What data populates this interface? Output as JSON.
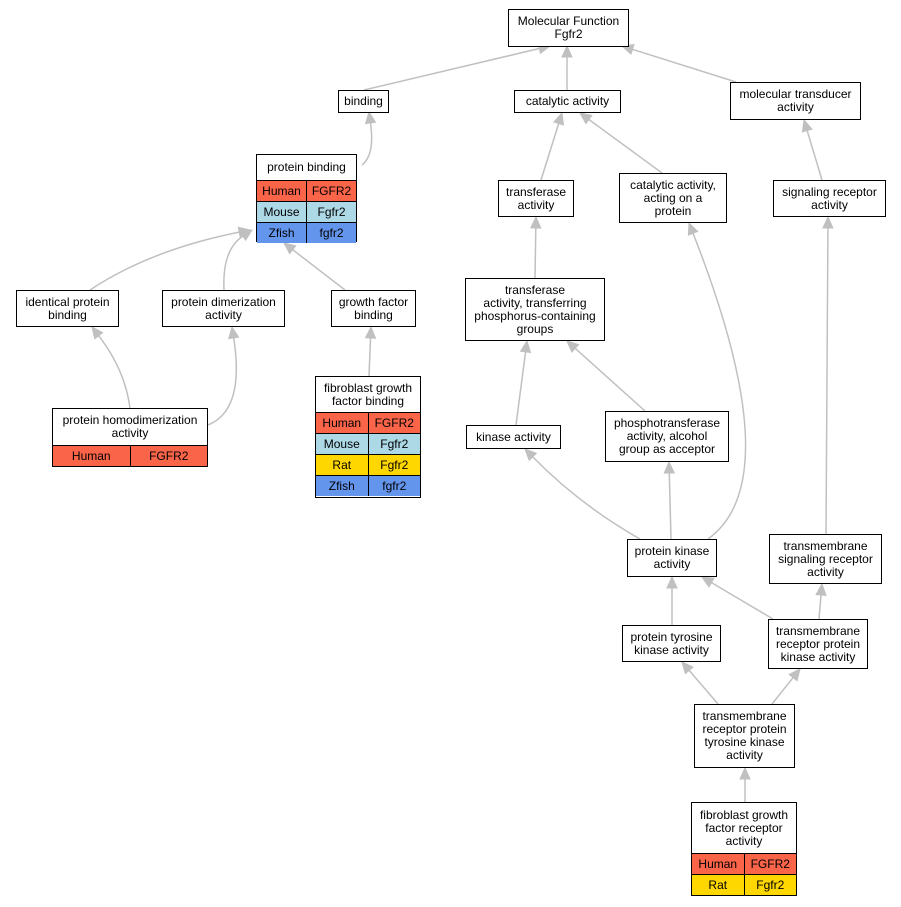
{
  "colors": {
    "edge": "#c0c0c0",
    "Human": "#fa6449",
    "Mouse": "#add8e6",
    "Rat": "#ffd700",
    "Zfish": "#6495ed"
  },
  "nodes": {
    "root": "Molecular Function\nFgfr2",
    "binding": "binding",
    "catalytic": "catalytic activity",
    "mol_transducer": "molecular transducer\nactivity",
    "protein_binding": "protein binding",
    "transferase": "transferase\nactivity",
    "cat_protein": "catalytic activity,\nacting on a\nprotein",
    "signaling_receptor": "signaling receptor\nactivity",
    "identical_binding": "identical protein\nbinding",
    "dimerization": "protein dimerization\nactivity",
    "gf_binding": "growth factor\nbinding",
    "transferase_phos": "transferase\nactivity, transferring\nphosphorus-containing\ngroups",
    "fgf_binding": "fibroblast growth\nfactor binding",
    "homodimerization": "protein homodimerization\nactivity",
    "kinase": "kinase activity",
    "phosphotransferase": "phosphotransferase\nactivity, alcohol\ngroup as acceptor",
    "protein_kinase": "protein kinase\nactivity",
    "tm_signaling": "transmembrane\nsignaling receptor\nactivity",
    "tyrosine_kinase": "protein tyrosine\nkinase activity",
    "tm_rpk": "transmembrane\nreceptor protein\nkinase activity",
    "tm_rtk": "transmembrane\nreceptor protein\ntyrosine kinase\nactivity",
    "fgf_receptor": "fibroblast growth\nfactor receptor\nactivity"
  },
  "orthologs": {
    "protein_binding": [
      {
        "species": "Human",
        "gene": "FGFR2"
      },
      {
        "species": "Mouse",
        "gene": "Fgfr2"
      },
      {
        "species": "Zfish",
        "gene": "fgfr2"
      }
    ],
    "fgf_binding": [
      {
        "species": "Human",
        "gene": "FGFR2"
      },
      {
        "species": "Mouse",
        "gene": "Fgfr2"
      },
      {
        "species": "Rat",
        "gene": "Fgfr2"
      },
      {
        "species": "Zfish",
        "gene": "fgfr2"
      }
    ],
    "homodimerization": [
      {
        "species": "Human",
        "gene": "FGFR2"
      }
    ],
    "fgf_receptor": [
      {
        "species": "Human",
        "gene": "FGFR2"
      },
      {
        "species": "Rat",
        "gene": "Fgfr2"
      }
    ]
  },
  "edges": [
    {
      "from": "binding",
      "to": "root"
    },
    {
      "from": "catalytic",
      "to": "root"
    },
    {
      "from": "mol_transducer",
      "to": "root"
    },
    {
      "from": "protein_binding",
      "to": "binding"
    },
    {
      "from": "transferase",
      "to": "catalytic"
    },
    {
      "from": "cat_protein",
      "to": "catalytic"
    },
    {
      "from": "signaling_receptor",
      "to": "mol_transducer"
    },
    {
      "from": "identical_binding",
      "to": "protein_binding"
    },
    {
      "from": "dimerization",
      "to": "protein_binding"
    },
    {
      "from": "gf_binding",
      "to": "protein_binding"
    },
    {
      "from": "transferase_phos",
      "to": "transferase"
    },
    {
      "from": "fgf_binding",
      "to": "gf_binding"
    },
    {
      "from": "homodimerization",
      "to": "identical_binding"
    },
    {
      "from": "homodimerization",
      "to": "dimerization"
    },
    {
      "from": "kinase",
      "to": "transferase_phos"
    },
    {
      "from": "phosphotransferase",
      "to": "transferase_phos"
    },
    {
      "from": "protein_kinase",
      "to": "kinase"
    },
    {
      "from": "protein_kinase",
      "to": "phosphotransferase"
    },
    {
      "from": "protein_kinase",
      "to": "cat_protein"
    },
    {
      "from": "tm_signaling",
      "to": "signaling_receptor"
    },
    {
      "from": "tyrosine_kinase",
      "to": "protein_kinase"
    },
    {
      "from": "tm_rpk",
      "to": "protein_kinase"
    },
    {
      "from": "tm_rpk",
      "to": "tm_signaling"
    },
    {
      "from": "tm_rtk",
      "to": "tyrosine_kinase"
    },
    {
      "from": "tm_rtk",
      "to": "tm_rpk"
    },
    {
      "from": "fgf_receptor",
      "to": "tm_rtk"
    }
  ]
}
